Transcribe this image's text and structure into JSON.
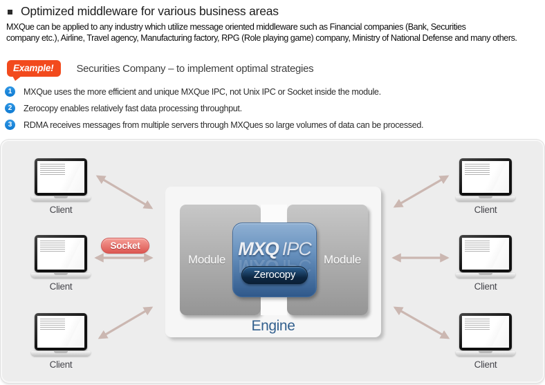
{
  "colors": {
    "accent_orange": "#F24A1D",
    "list_bullet_blue": "#1787DC",
    "socket_red": "#E2615C",
    "engine_text_blue": "#33608E",
    "mxq_box_blue_top": "#8FB0D3",
    "mxq_box_blue_bottom": "#30598B",
    "zerocopy_navy": "#0D2742",
    "module_gray": "#9E9E9E",
    "arrow_pink": "#CBB7B1",
    "panel_gray": "#EDEDED"
  },
  "header": {
    "title": "Optimized middleware for various business areas",
    "body_line1": "MXQue can be applied to any industry which utilize message oriented middleware such as Financial companies (Bank, Securities",
    "body_line2": "company etc.), Airline, Travel agency, Manufacturing factory, RPG (Role playing game) company, Ministry of National Defense and many others."
  },
  "example": {
    "badge": "Example!",
    "heading": "Securities Company – to implement optimal strategies"
  },
  "bullets": [
    {
      "num": "1",
      "text": "MXQue uses the more efficient and unique MXQue IPC, not Unix IPC or Socket inside the module."
    },
    {
      "num": "2",
      "text": "Zerocopy enables relatively fast data processing throughput."
    },
    {
      "num": "3",
      "text": "RDMA receives messages from multiple servers through MXQues so large volumes of data can be processed."
    }
  ],
  "diagram": {
    "client_label": "Client",
    "socket_label": "Socket",
    "module_label": "Module",
    "mxq_brand": "MXQ",
    "mxq_suffix": "IPC",
    "zerocopy_label": "Zerocopy",
    "engine_label": "Engine"
  }
}
